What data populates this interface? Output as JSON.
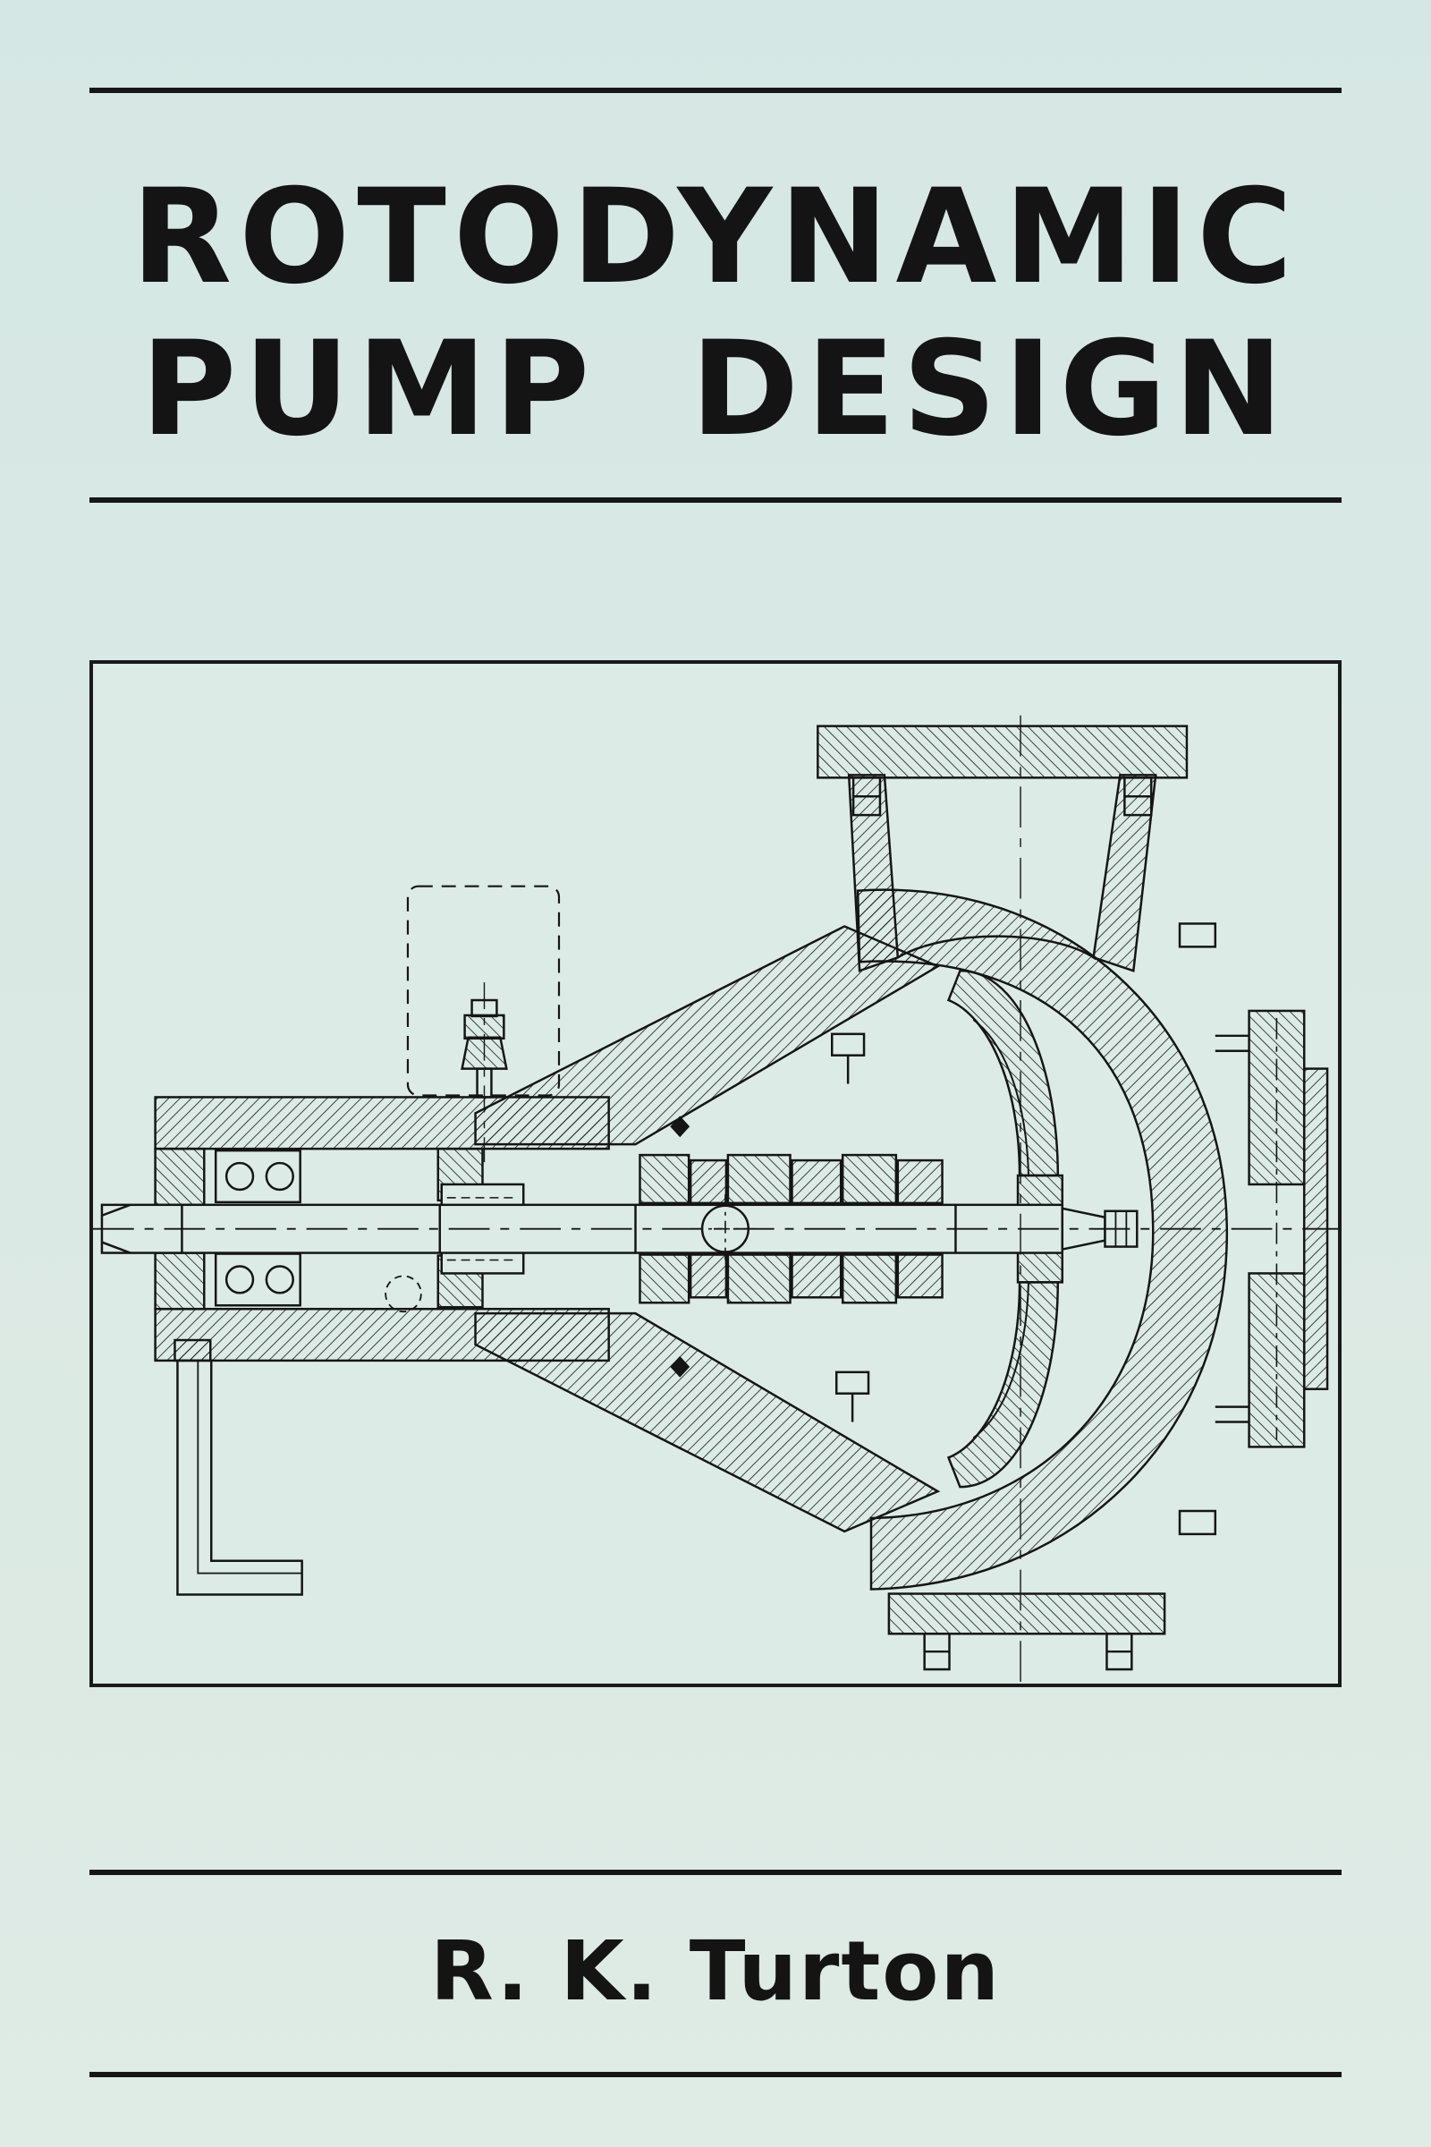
{
  "cover": {
    "title_line1": "ROTODYNAMIC",
    "title_line2": "PUMP DESIGN",
    "author": "R. K. Turton"
  },
  "colors": {
    "background": "#d9e8e4",
    "ink": "#151515"
  },
  "diagram": {
    "icon": "pump-cross-section-diagram"
  }
}
